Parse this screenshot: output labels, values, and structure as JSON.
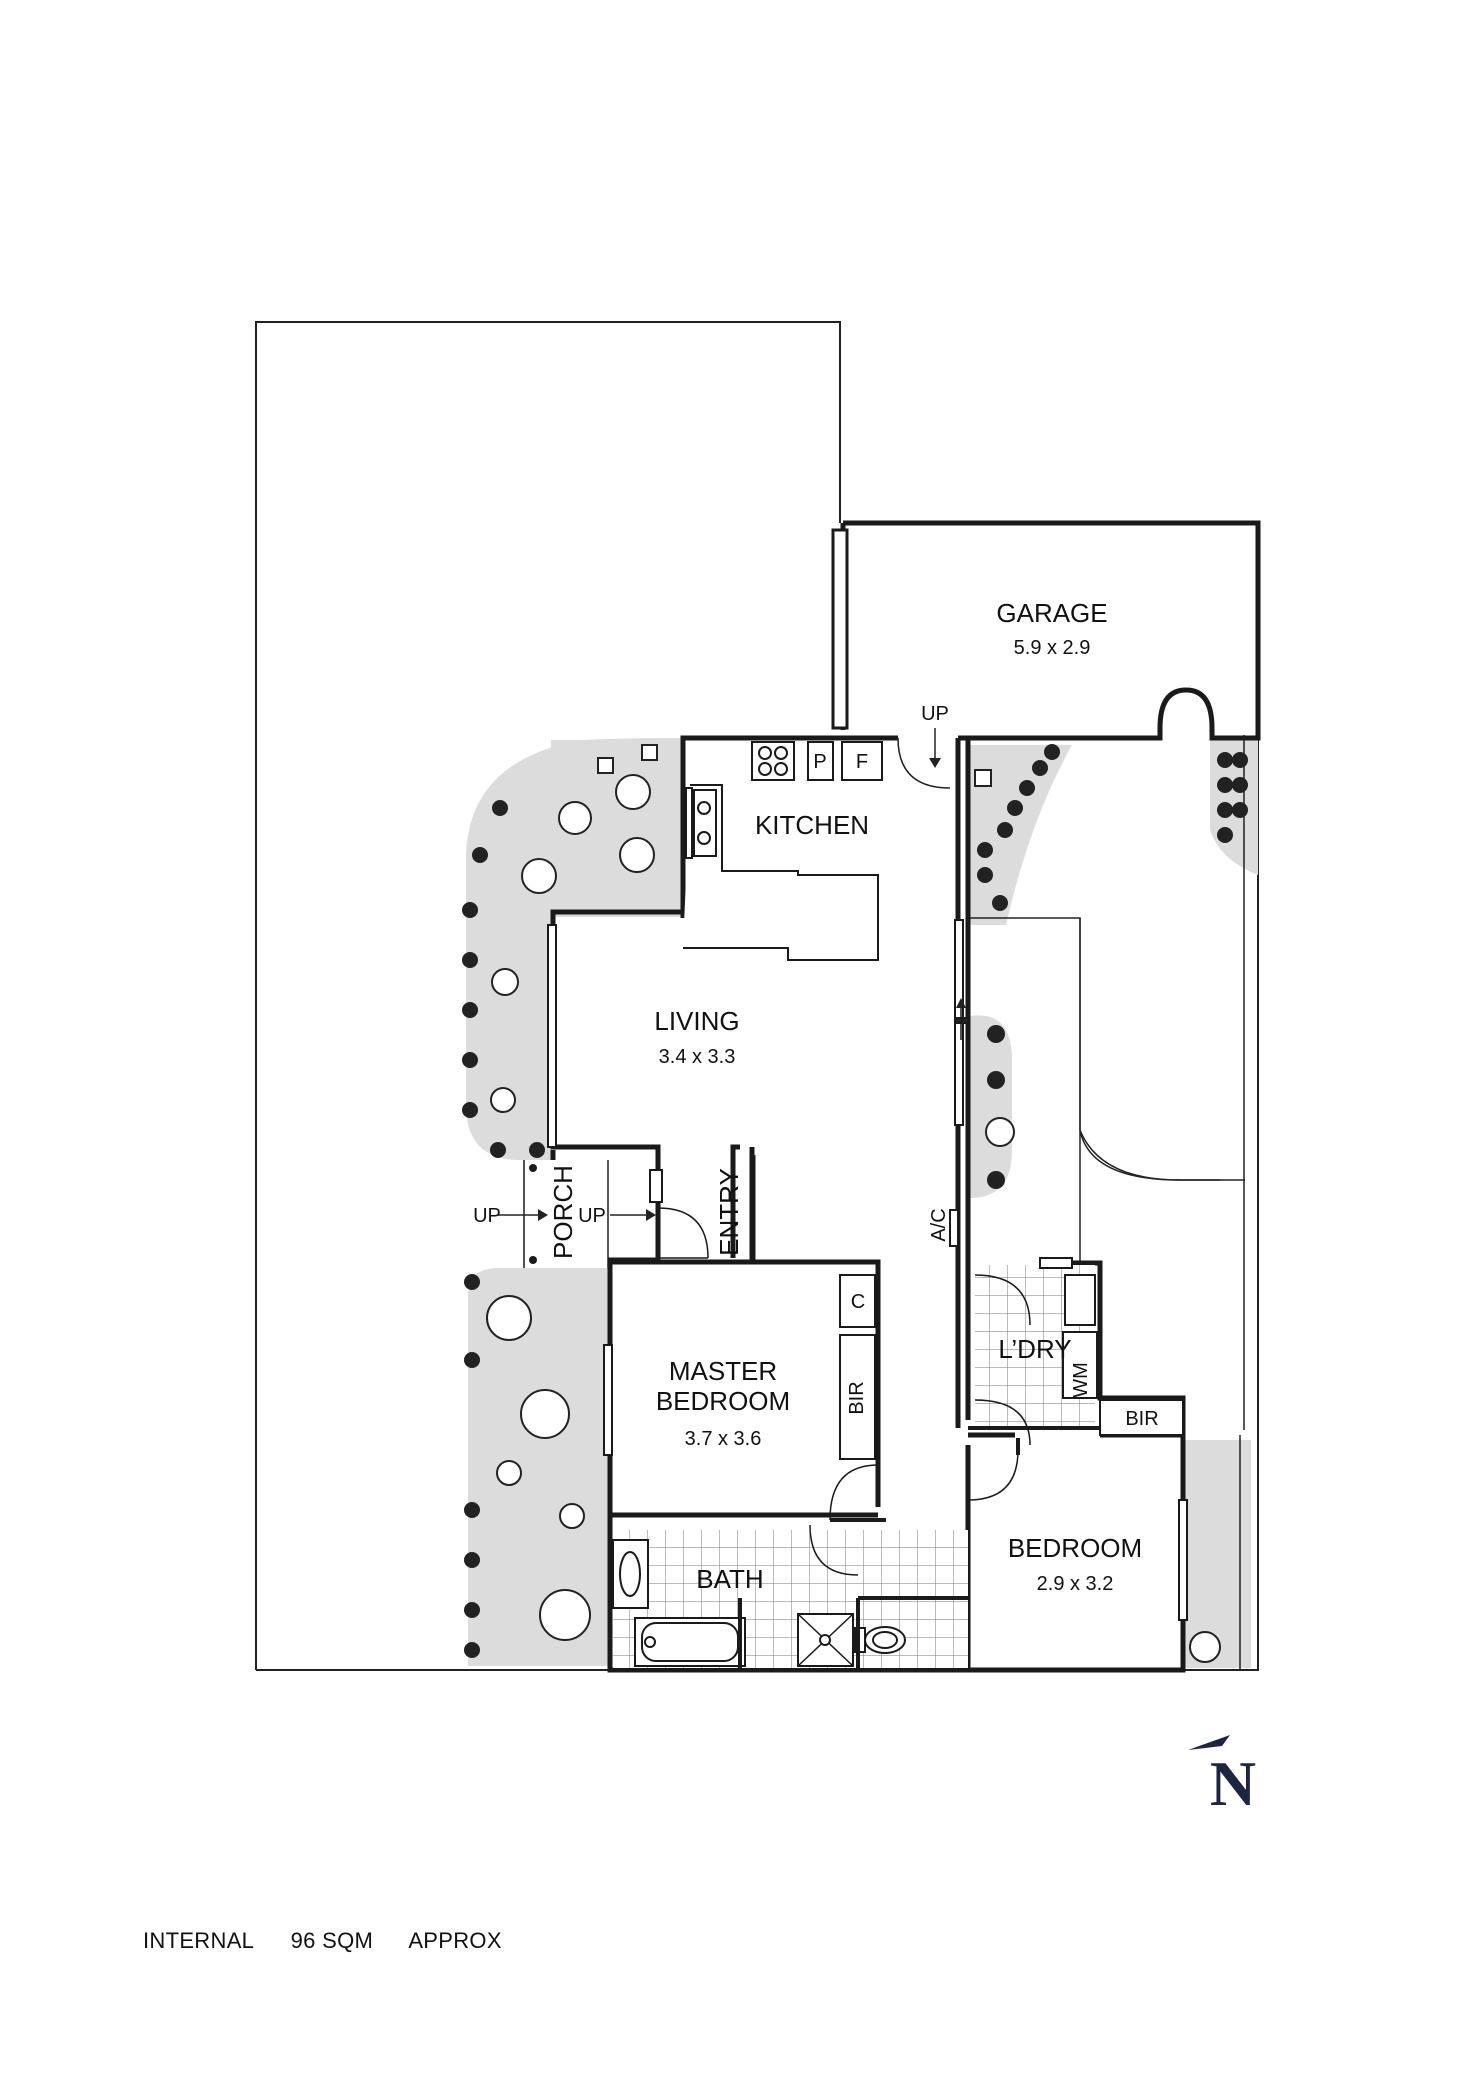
{
  "rooms": {
    "garage": {
      "name": "GARAGE",
      "dims": "5.9 x 2.9"
    },
    "kitchen": {
      "name": "KITCHEN"
    },
    "living": {
      "name": "LIVING",
      "dims": "3.4 x 3.3"
    },
    "master": {
      "name_line1": "MASTER",
      "name_line2": "BEDROOM",
      "dims": "3.7 x 3.6"
    },
    "bedroom": {
      "name": "BEDROOM",
      "dims": "2.9 x 3.2"
    },
    "bath": {
      "name": "BATH"
    },
    "laundry": {
      "name": "L’DRY"
    },
    "porch": {
      "name": "PORCH"
    },
    "entry": {
      "name": "ENTRY"
    }
  },
  "labels": {
    "up_garage": "UP",
    "up_left": "UP",
    "up_porch": "UP",
    "pantry": "P",
    "fridge": "F",
    "cupboard": "C",
    "bir_master": "BIR",
    "bir_bedroom": "BIR",
    "washing_machine": "WM",
    "air_con": "A/C"
  },
  "compass": {
    "letter": "N"
  },
  "summary": {
    "label": "INTERNAL",
    "area": "96 SQM",
    "qualifier": "APPROX"
  },
  "colors": {
    "wall": "#1a1a1a",
    "garden": "#dcdcdc",
    "tree": "#222222",
    "north": "#1d2640"
  }
}
